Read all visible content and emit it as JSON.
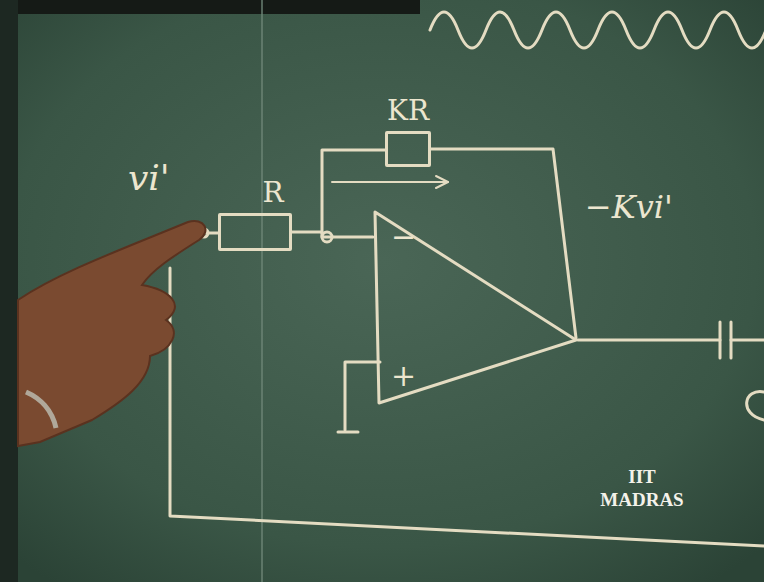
{
  "diagram": {
    "nodes": [
      {
        "text": [
          "R"
        ]
      },
      {
        "text": [
          "KR"
        ]
      },
      {
        "text": [
          "−",
          "+"
        ]
      }
    ],
    "edges": [
      {
        "from": 0,
        "to": 2,
        "arrow": "none"
      },
      {
        "from": 1,
        "to": 2,
        "arrow": "none"
      }
    ],
    "labels": [
      "vi'",
      "−Kvi'",
      "IIT MADRAS"
    ]
  }
}
